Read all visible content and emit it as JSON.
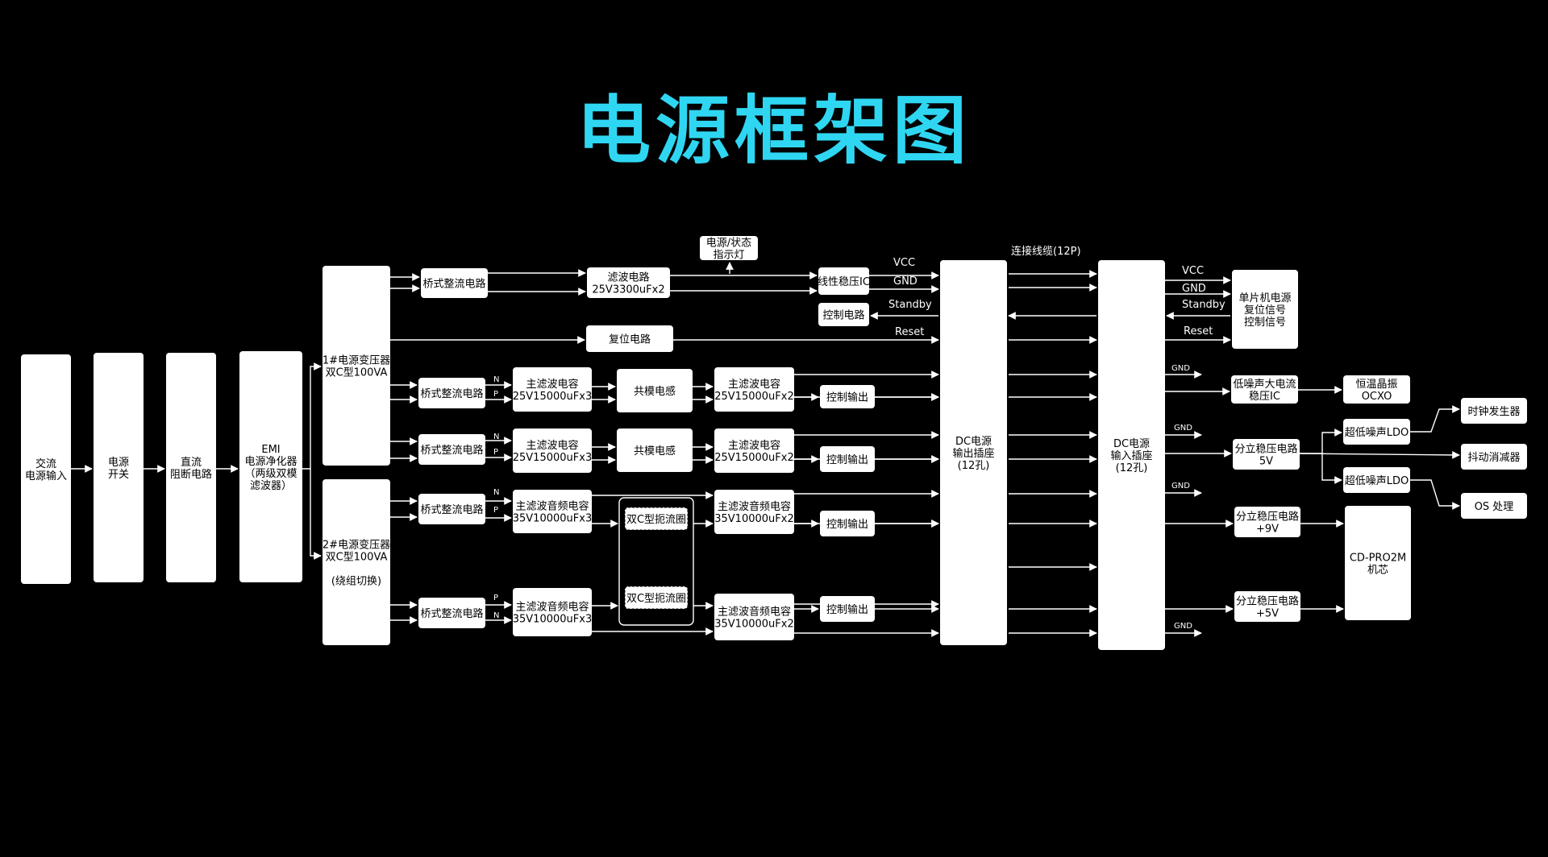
{
  "title": "电源框架图",
  "colors": {
    "background": "#000000",
    "title": "#2fd6f2",
    "box": "#ffffff",
    "box_text": "#000000",
    "line": "#ffffff"
  },
  "blocks": {
    "ac_input": [
      "交流",
      "电源输入"
    ],
    "power_switch": [
      "电源",
      "开关"
    ],
    "dc_block": [
      "直流",
      "阻断电路"
    ],
    "emi": [
      "EMI",
      "电源净化器",
      "（两级双模",
      "滤波器）"
    ],
    "tr1": [
      "1#电源变压器",
      "双C型100VA"
    ],
    "tr2": [
      "2#电源变压器",
      "双C型100VA",
      "",
      "(绕组切换)"
    ],
    "bridge1": [
      "桥式整流电路"
    ],
    "filter1": [
      "滤波电路",
      "25V3300uFx2"
    ],
    "indicator": [
      "电源/状态",
      "指示灯"
    ],
    "linear_ic": [
      "线性稳压IC"
    ],
    "control_circuit": [
      "控制电路"
    ],
    "reset_circuit": [
      "复位电路"
    ],
    "bridge2": [
      "桥式整流电路"
    ],
    "cap2a": [
      "主滤波电容",
      "25V15000uFx3"
    ],
    "cm_choke2": [
      "共模电感"
    ],
    "cap2b": [
      "主滤波电容",
      "25V15000uFx2"
    ],
    "ctrl_out2": [
      "控制输出"
    ],
    "bridge3": [
      "桥式整流电路"
    ],
    "cap3a": [
      "主滤波电容",
      "25V15000uFx3"
    ],
    "cm_choke3": [
      "共模电感"
    ],
    "cap3b": [
      "主滤波电容",
      "25V15000uFx2"
    ],
    "ctrl_out3": [
      "控制输出"
    ],
    "bridge4": [
      "桥式整流电路"
    ],
    "cap4a": [
      "主滤波音频电容",
      "35V10000uFx3"
    ],
    "choke4": [
      "双C型扼流圈"
    ],
    "cap4b": [
      "主滤波音频电容",
      "35V10000uFx2"
    ],
    "ctrl_out4": [
      "控制输出"
    ],
    "bridge5": [
      "桥式整流电路"
    ],
    "cap5a": [
      "主滤波音频电容",
      "35V10000uFx3"
    ],
    "choke5": [
      "双C型扼流圈"
    ],
    "cap5b": [
      "主滤波音频电容",
      "35V10000uFx2"
    ],
    "ctrl_out5": [
      "控制输出"
    ],
    "dc_out_socket": [
      "DC电源",
      "输出插座",
      "(12孔)"
    ],
    "dc_in_socket": [
      "DC电源",
      "输入插座",
      "(12孔)"
    ],
    "mcu_power": [
      "单片机电源",
      "复位信号",
      "控制信号"
    ],
    "low_noise_ic": [
      "低噪声大电流",
      "稳压IC"
    ],
    "ocxo": [
      "恒温晶振",
      "OCXO"
    ],
    "reg_5v": [
      "分立稳压电路",
      "5V"
    ],
    "ldo_a": [
      "超低噪声LDO"
    ],
    "ldo_b": [
      "超低噪声LDO"
    ],
    "clock_gen": [
      "时钟发生器"
    ],
    "jitter": [
      "抖动消减器"
    ],
    "os_proc": [
      "OS 处理"
    ],
    "reg_9v": [
      "分立稳压电路",
      "+9V"
    ],
    "reg_p5v": [
      "分立稳压电路",
      "+5V"
    ],
    "cd_pro": [
      "CD-PRO2M",
      "机芯"
    ]
  },
  "labels": {
    "cable": "连接线缆(12P)",
    "vcc_left": "VCC",
    "gnd_left": "GND",
    "standby_left": "Standby",
    "reset_left": "Reset",
    "vcc_right": "VCC",
    "gnd_right": "GND",
    "standby_right": "Standby",
    "reset_right": "Reset",
    "gnd_1": "GND",
    "gnd_2": "GND",
    "gnd_3": "GND",
    "gnd_4": "GND",
    "n": "N",
    "p": "P"
  }
}
